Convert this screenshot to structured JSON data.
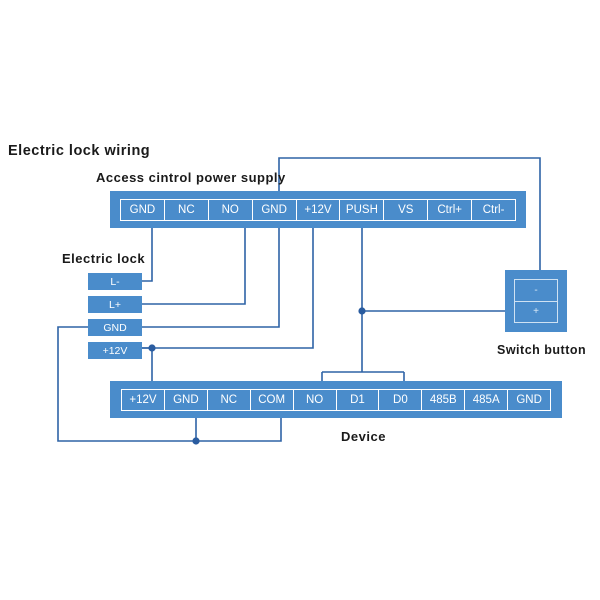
{
  "diagram": {
    "title": "Electric  lock  wiring",
    "background_color": "#ffffff",
    "block_color": "#4a8ccb",
    "wire_color": "#2e63a6",
    "text_color": "#1a1a1a"
  },
  "power_supply": {
    "label": "Access cintrol power supply",
    "terminals": [
      {
        "label": "GND"
      },
      {
        "label": "NC"
      },
      {
        "label": "NO"
      },
      {
        "label": "GND"
      },
      {
        "label": "+12V"
      },
      {
        "label": "PUSH"
      },
      {
        "label": "VS"
      },
      {
        "label": "Ctrl+"
      },
      {
        "label": "Ctrl-"
      }
    ]
  },
  "electric_lock": {
    "label": "Electric  lock",
    "terminals": [
      {
        "label": "L-"
      },
      {
        "label": "L+"
      },
      {
        "label": "GND"
      },
      {
        "label": "+12V"
      }
    ]
  },
  "switch_button": {
    "label": "Switch button",
    "terminals": [
      {
        "label": "-"
      },
      {
        "label": "+"
      }
    ]
  },
  "device": {
    "label": "Device",
    "terminals": [
      {
        "label": "+12V"
      },
      {
        "label": "GND"
      },
      {
        "label": "NC"
      },
      {
        "label": "COM"
      },
      {
        "label": "NO"
      },
      {
        "label": "D1"
      },
      {
        "label": "D0"
      },
      {
        "label": "485B"
      },
      {
        "label": "485A"
      },
      {
        "label": "GND"
      }
    ]
  },
  "connections": [
    {
      "from": "power_supply.GND",
      "to": "electric_lock.L-"
    },
    {
      "from": "power_supply.NO",
      "to": "electric_lock.L+"
    },
    {
      "from": "power_supply.GND2",
      "to": "switch_button.-"
    },
    {
      "from": "power_supply.+12V",
      "to": "electric_lock.+12V"
    },
    {
      "from": "power_supply.PUSH",
      "to": "switch_button.+"
    },
    {
      "from": "power_supply.PUSH",
      "to": "device.NO"
    },
    {
      "from": "power_supply.PUSH",
      "to": "device.D0"
    },
    {
      "from": "electric_lock.+12V",
      "to": "device.+12V"
    },
    {
      "from": "electric_lock.GND",
      "to": "device.GND"
    },
    {
      "from": "device.GND",
      "to": "device.COM"
    }
  ]
}
